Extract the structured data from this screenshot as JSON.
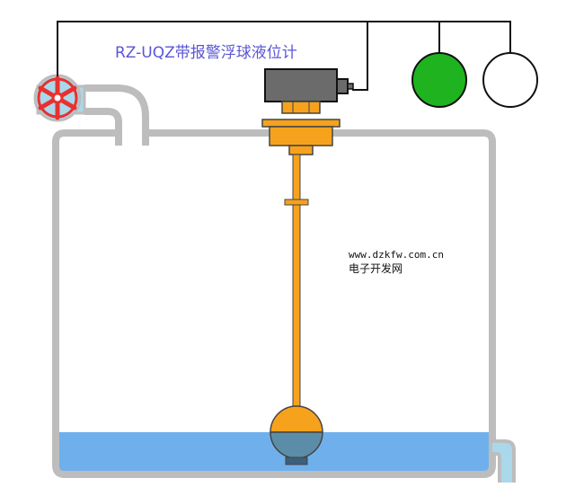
{
  "title": "RZ-UQZ带报警浮球液位计",
  "watermark": {
    "url": "www.dzkfw.com.cn",
    "name": "电子开发网"
  },
  "indicators": [
    {
      "state": "on",
      "color": "#1fb31f"
    },
    {
      "state": "off",
      "color": "#ffffff"
    }
  ],
  "colors": {
    "tank_wall": "#bdbdbd",
    "liquid": "#6fb0ec",
    "rod": "#f7a21c",
    "float_ball": "#f7a21c",
    "switch_box": "#6b6b6b",
    "valve_wheel": "#e8312f",
    "valve_body": "#a9d8ea",
    "wire": "#111111"
  }
}
